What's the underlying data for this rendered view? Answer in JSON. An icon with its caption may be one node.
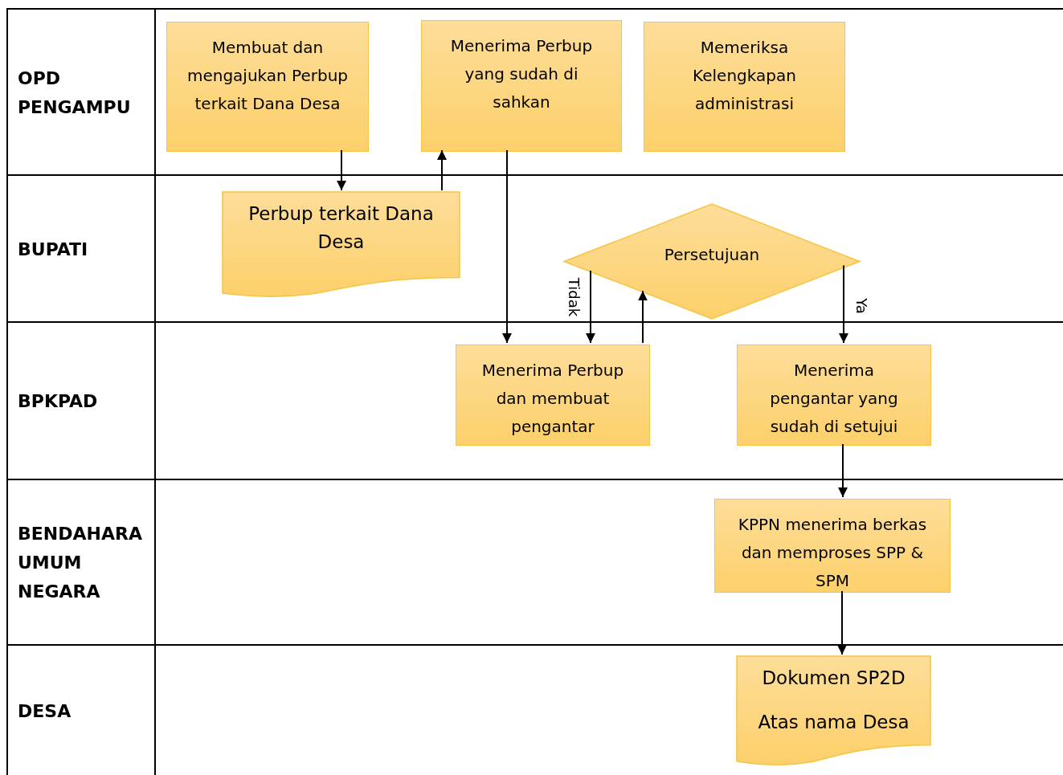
{
  "diagram": {
    "nodes": [
      {
        "text": [
          "OPD PENGAMPU"
        ]
      },
      {
        "text": [
          "BUPATI"
        ]
      },
      {
        "text": [
          "BPKPAD"
        ]
      },
      {
        "text": [
          "BENDAHARA UMUM NEGARA"
        ]
      },
      {
        "text": [
          "DESA"
        ]
      },
      {
        "text": [
          "Membuat dan mengajukan Perbup terkait Dana Desa"
        ],
        "in": 0
      },
      {
        "text": [
          "Menerima Perbup yang sudah di sahkan"
        ],
        "in": 0
      },
      {
        "text": [
          "Memeriksa Kelengkapan administrasi"
        ],
        "in": 0
      },
      {
        "text": [
          "Perbup terkait Dana Desa"
        ],
        "in": 1
      },
      {
        "text": [
          "Persetujuan"
        ],
        "in": 1
      },
      {
        "text": [
          "Menerima Perbup dan membuat pengantar"
        ],
        "in": 2
      },
      {
        "text": [
          "Menerima pengantar yang sudah di setujui"
        ],
        "in": 2
      },
      {
        "text": [
          "KPPN menerima berkas dan memproses SPP & SPM"
        ],
        "in": 3
      },
      {
        "text": [
          "Dokumen SP2D",
          "Atas nama Desa"
        ],
        "in": 4
      }
    ],
    "edges": [
      {
        "from": 5,
        "to": 8,
        "arrow": "to"
      },
      {
        "from": 8,
        "to": 6,
        "arrow": "to"
      },
      {
        "from": 6,
        "to": 10,
        "arrow": "to"
      },
      {
        "from": 10,
        "to": 9,
        "arrow": "to"
      },
      {
        "from": 9,
        "to": 10,
        "arrow": "to",
        "label": "Tidak"
      },
      {
        "from": 9,
        "to": 11,
        "arrow": "to",
        "label": "Ya"
      },
      {
        "from": 11,
        "to": 12,
        "arrow": "to"
      },
      {
        "from": 12,
        "to": 13,
        "arrow": "to"
      }
    ]
  }
}
